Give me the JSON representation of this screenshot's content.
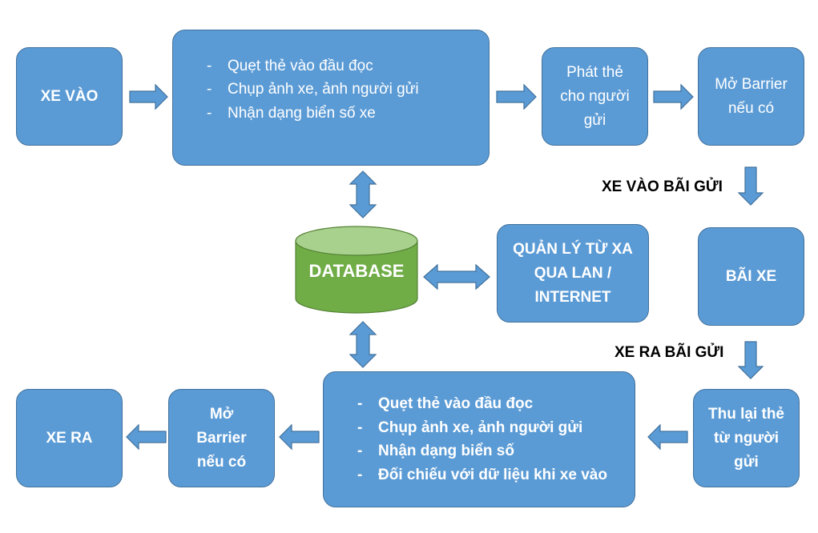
{
  "entry": {
    "start_label": "XE VÀO",
    "process_steps": [
      "Quẹt thẻ vào đầu đọc",
      "Chụp ảnh xe, ảnh người gửi",
      "Nhận dạng biển số xe"
    ],
    "issue_card_label": "Phát thẻ cho người gửi",
    "open_barrier_label": "Mở Barrier nếu có"
  },
  "parking": {
    "enter_lot_label": "XE VÀO BÃI GỬI",
    "lot_label": "BÃI XE",
    "exit_lot_label": "XE RA BÃI GỬI"
  },
  "center": {
    "database_label": "DATABASE",
    "remote_management_label": "QUẢN LÝ TỪ XA QUA LAN / INTERNET"
  },
  "exit": {
    "collect_card_label": "Thu lại thẻ từ người gửi",
    "process_steps": [
      "Quẹt thẻ vào đầu đọc",
      "Chụp ảnh xe, ảnh người gửi",
      "Nhận dạng biển số",
      "Đối chiếu với dữ liệu khi xe vào"
    ],
    "open_barrier_label": "Mở Barrier nếu có",
    "end_label": "XE RA"
  },
  "colors": {
    "box_fill": "#5b9bd5",
    "box_border": "#41719c",
    "database_top": "#a9d18e",
    "database_body": "#70ad47"
  }
}
